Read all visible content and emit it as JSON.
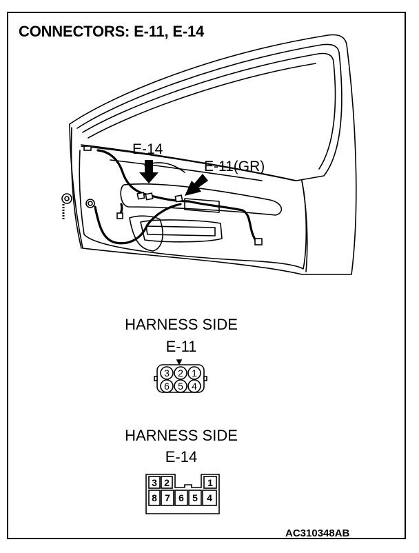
{
  "title": "CONNECTORS: E-11, E-14",
  "callouts": {
    "e14": "E-14",
    "e11": "E-11(GR)"
  },
  "connector_e11": {
    "side": "HARNESS SIDE",
    "id": "E-11",
    "pins_top": [
      "3",
      "2",
      "1"
    ],
    "pins_bottom": [
      "6",
      "5",
      "4"
    ]
  },
  "connector_e14": {
    "side": "HARNESS SIDE",
    "id": "E-14",
    "pins_top": [
      "3",
      "2",
      "1"
    ],
    "pins_bottom": [
      "8",
      "7",
      "6",
      "5",
      "4"
    ]
  },
  "reference_id": "AC310348AB"
}
